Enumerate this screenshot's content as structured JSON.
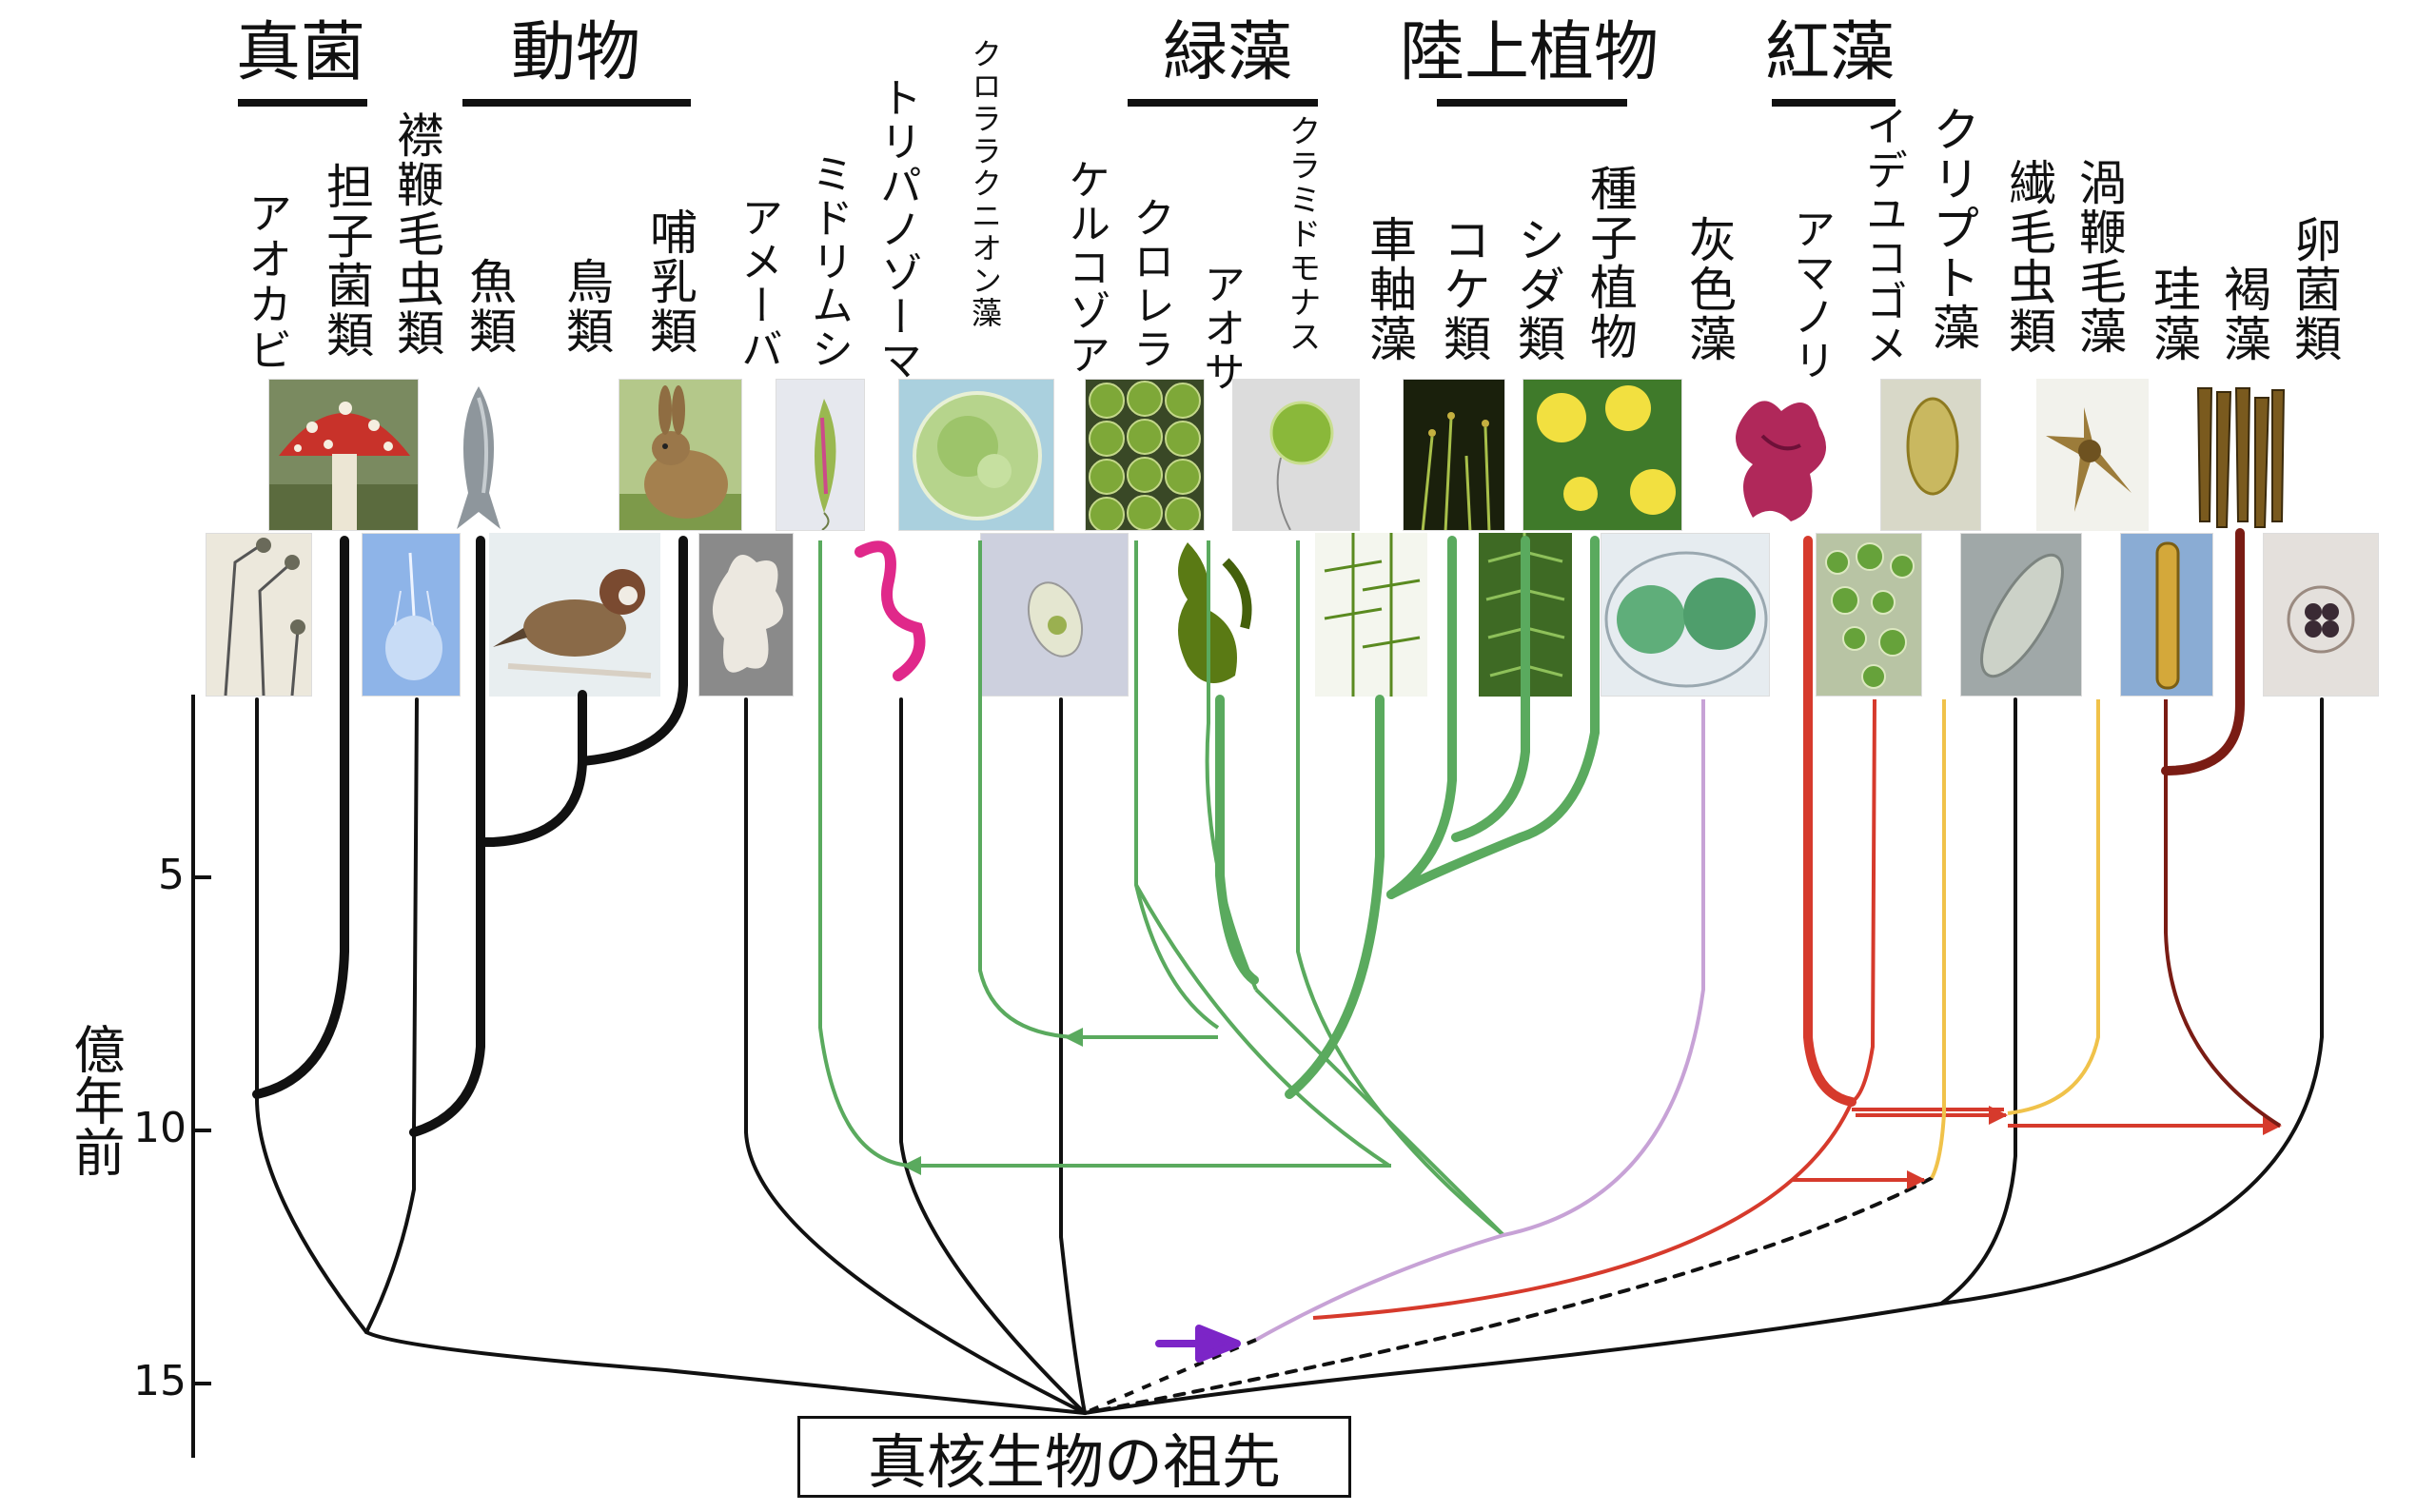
{
  "groups": [
    {
      "id": "fungi",
      "label": "真菌"
    },
    {
      "id": "animals",
      "label": "動物"
    },
    {
      "id": "green_algae",
      "label": "緑藻"
    },
    {
      "id": "land_plants",
      "label": "陸上植物"
    },
    {
      "id": "red_algae",
      "label": "紅藻"
    }
  ],
  "taxa": [
    {
      "id": "aokabi",
      "label": "アオカビ"
    },
    {
      "id": "tanshi",
      "label": "担子菌類"
    },
    {
      "id": "eribenmou",
      "label": "襟鞭毛虫類"
    },
    {
      "id": "gyorui",
      "label": "魚類"
    },
    {
      "id": "chorui",
      "label": "鳥類"
    },
    {
      "id": "honyurui",
      "label": "哺乳類"
    },
    {
      "id": "ameba",
      "label": "アメーバ"
    },
    {
      "id": "midorimushi",
      "label": "ミドリムシ"
    },
    {
      "id": "trypanosoma",
      "label": "トリパノゾーマ"
    },
    {
      "id": "chlorarachnion",
      "label": "クロララクニオン藻"
    },
    {
      "id": "cercozoa",
      "label": "ケルコゾア"
    },
    {
      "id": "chlorella",
      "label": "クロレラ"
    },
    {
      "id": "aosa",
      "label": "アオサ"
    },
    {
      "id": "chlamydomonas",
      "label": "クラミドモナス"
    },
    {
      "id": "shajiku",
      "label": "車軸藻"
    },
    {
      "id": "koke",
      "label": "コケ類"
    },
    {
      "id": "shida",
      "label": "シダ類"
    },
    {
      "id": "shushi",
      "label": "種子植物"
    },
    {
      "id": "haishoku",
      "label": "灰色藻"
    },
    {
      "id": "amanori",
      "label": "アマノリ"
    },
    {
      "id": "idegogome",
      "label": "イデユコゴメ"
    },
    {
      "id": "cryptophyte",
      "label": "クリプト藻"
    },
    {
      "id": "sennmou",
      "label": "繊毛虫類"
    },
    {
      "id": "uzu",
      "label": "渦鞭毛藻"
    },
    {
      "id": "keiso",
      "label": "珪藻"
    },
    {
      "id": "kasso",
      "label": "褐藻"
    },
    {
      "id": "rankin",
      "label": "卵菌類"
    }
  ],
  "photos": [
    {
      "id": "amanita",
      "icon": "mushroom-photo"
    },
    {
      "id": "fish",
      "icon": "fish-photo"
    },
    {
      "id": "rabbit",
      "icon": "rabbit-photo"
    },
    {
      "id": "euglena",
      "icon": "euglena-photo"
    },
    {
      "id": "chlorarachnion_cell",
      "icon": "round-green-cell-photo"
    },
    {
      "id": "chlorella_cells",
      "icon": "chlorella-cells-photo"
    },
    {
      "id": "chlamydomonas_cell",
      "icon": "chlamydomonas-photo"
    },
    {
      "id": "moss",
      "icon": "moss-photo"
    },
    {
      "id": "dandelion",
      "icon": "dandelion-photo"
    },
    {
      "id": "red_seaweed",
      "icon": "red-seaweed-photo"
    },
    {
      "id": "cryptomonad",
      "icon": "cryptomonad-photo"
    },
    {
      "id": "dinoflagellate",
      "icon": "dinoflagellate-photo"
    },
    {
      "id": "brown_kelp",
      "icon": "brown-kelp-photo"
    },
    {
      "id": "aspergillus",
      "icon": "mold-photo"
    },
    {
      "id": "choanoflagellate",
      "icon": "choanoflagellate-photo"
    },
    {
      "id": "sparrow",
      "icon": "sparrow-photo"
    },
    {
      "id": "amoeba",
      "icon": "amoeba-photo"
    },
    {
      "id": "trypanosome",
      "icon": "trypanosome-photo"
    },
    {
      "id": "cercozoan",
      "icon": "cercozoan-photo"
    },
    {
      "id": "ulva",
      "icon": "ulva-photo"
    },
    {
      "id": "chara",
      "icon": "chara-photo"
    },
    {
      "id": "fern",
      "icon": "fern-photo"
    },
    {
      "id": "glaucophyte",
      "icon": "glaucophyte-photo"
    },
    {
      "id": "cyanidium",
      "icon": "cyanidium-photo"
    },
    {
      "id": "paramecium",
      "icon": "paramecium-photo"
    },
    {
      "id": "diatom",
      "icon": "diatom-photo"
    },
    {
      "id": "oomycete",
      "icon": "oomycete-photo"
    }
  ],
  "axis": {
    "label": "億年前",
    "ticks": [
      "5",
      "10",
      "15"
    ]
  },
  "root_label": "真核生物の祖先",
  "colors": {
    "black": "#111111",
    "green": "#5aaa5e",
    "red": "#d63a2c",
    "lilac": "#c7a2d6",
    "yellow": "#f0c24a",
    "brown": "#7a1c14",
    "purple_arrow": "#7c25c7"
  }
}
